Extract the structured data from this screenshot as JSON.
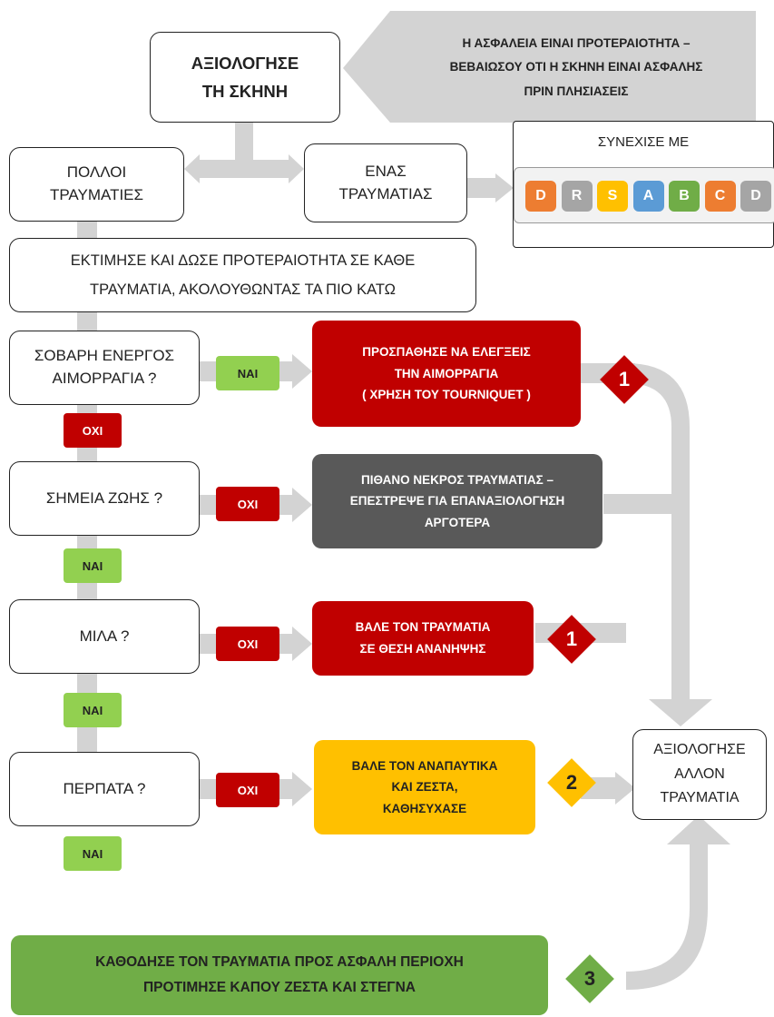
{
  "colors": {
    "connector": "#d3d3d3",
    "red": "#c00000",
    "dark": "#595959",
    "yellow": "#ffc000",
    "green": "#70ad47",
    "light_green": "#92d050",
    "drsabcd": [
      "#ed7d31",
      "#a5a5a5",
      "#ffc000",
      "#5b9bd5",
      "#70ad47",
      "#ed7d31",
      "#a5a5a5"
    ]
  },
  "start": {
    "label": "ΑΞΙΟΛΟΓΗΣΕ\nΤΗ ΣΚΗΝΗ"
  },
  "safety_banner": {
    "text": "Η ΑΣΦΑΛΕΙΑ ΕΙΝΑΙ ΠΡΟΤΕΡΑΙΟΤΗΤΑ –\nΒΕΒΑΙΩΣΟΥ ΟΤΙ Η ΣΚΗΝΗ ΕΙΝΑΙ ΑΣΦΑΛΗΣ\nΠΡΙΝ ΠΛΗΣΙΑΣΕΙΣ"
  },
  "many_casualties": "ΠΟΛΛΟΙ\nΤΡΑΥΜΑΤΙΕΣ",
  "one_casualty": "ΕΝΑΣ\nΤΡΑΥΜΑΤΙΑΣ",
  "continue_with": {
    "title": "ΣΥΝΕΧΙΣΕ ΜΕ",
    "letters": [
      "D",
      "R",
      "S",
      "A",
      "B",
      "C",
      "D"
    ]
  },
  "triage_intro": "ΕΚΤΙΜΗΣΕ ΚΑΙ ΔΩΣΕ ΠΡΟΤΕΡΑΙΟΤΗΤΑ ΣΕ ΚΑΘΕ\nΤΡΑΥΜΑΤΙΑ, ΑΚΟΛΟΥΘΩΝΤΑΣ ΤΑ ΠΙΟ ΚΑΤΩ",
  "questions": {
    "bleeding": "ΣΟΒΑΡΗ ΕΝΕΡΓΟΣ\nΑΙΜΟΡΡΑΓΙΑ ?",
    "signs_of_life": "ΣΗΜΕΙΑ  ΖΩΗΣ ?",
    "talks": "ΜΙΛΑ ?",
    "walks": "ΠΕΡΠΑΤΑ  ?"
  },
  "tags": {
    "yes": "ΝΑΙ",
    "no": "ΟΧΙ"
  },
  "actions": {
    "control_bleeding": "ΠΡΟΣΠΑΘΗΣΕ ΝΑ ΕΛΕΓΞΕΙΣ\nΤΗΝ  ΑΙΜΟΡΡΑΓΙΑ\n( ΧΡΗΣΗ ΤΟΥ TOURNIQUET )",
    "possibly_dead": "ΠΙΘΑΝΟ ΝΕΚΡΟΣ ΤΡΑΥΜΑΤΙΑΣ –\nΕΠΕΣΤΡΕΨΕ ΓΙΑ ΕΠΑΝΑΞΙΟΛΟΓΗΣΗ\nΑΡΓΟΤΕΡΑ",
    "recovery_position": "ΒΑΛΕ ΤΟΝ ΤΡΑΥΜΑΤΙΑ\nΣΕ ΘΕΣΗ ΑΝΑΝΗΨΗΣ",
    "rest_warm": "ΒΑΛΕ ΤΟΝ  ΑΝΑΠΑΥΤΙΚΑ\nΚΑΙ  ΖΕΣΤΑ,\nΚΑΘΗΣΥΧΑΣΕ",
    "guide_to_safety": "ΚΑΘΟΔΗΣΕ ΤΟΝ ΤΡΑΥΜΑΤΙΑ ΠΡΟΣ ΑΣΦΑΛΗ ΠΕΡΙΟΧΗ\nΠΡΟΤΙΜΗΣΕ  ΚΑΠΟΥ ΖΕΣΤΑ ΚΑΙ ΣΤΕΓΝΑ"
  },
  "priorities": {
    "p1a": "1",
    "p1b": "1",
    "p2": "2",
    "p3": "3"
  },
  "assess_other": "ΑΞΙΟΛΟΓΗΣΕ\nΑΛΛΟΝ\nΤΡΑΥΜΑΤΙΑ"
}
